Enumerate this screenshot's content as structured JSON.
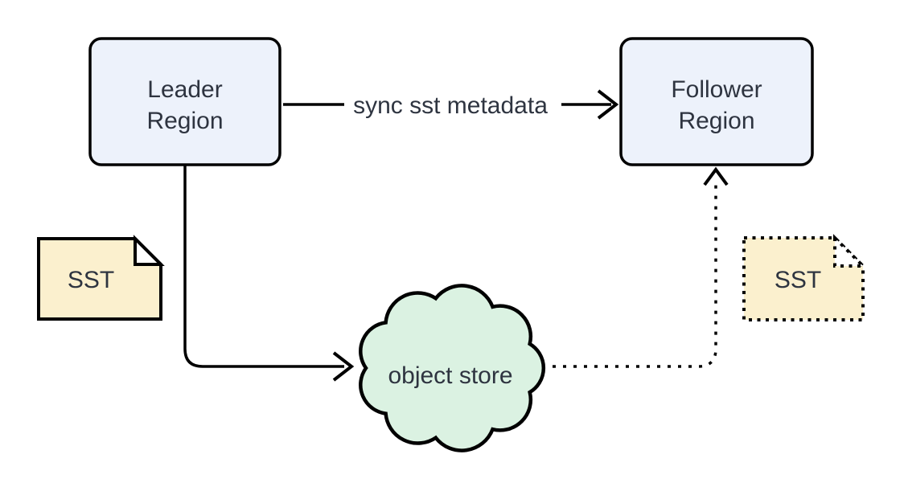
{
  "diagram": {
    "title": "leader-follower sst replication diagram",
    "nodes": {
      "leader_region": {
        "label": "Leader Region",
        "line1": "Leader",
        "line2": "Region",
        "fill": "#EDF2FB"
      },
      "follower_region": {
        "label": "Follower Region",
        "line1": "Follower",
        "line2": "Region",
        "fill": "#EDF2FB"
      },
      "object_store": {
        "label": "object store",
        "fill": "#DBF2E2",
        "shape": "cloud"
      },
      "sst_left": {
        "label": "SST",
        "fill": "#FBF0CE",
        "shape": "note",
        "border_style": "solid"
      },
      "sst_right": {
        "label": "SST",
        "fill": "#FBF0CE",
        "shape": "note",
        "border_style": "dotted"
      }
    },
    "edges": {
      "sync": {
        "label": "sync sst metadata",
        "from": "leader_region",
        "to": "follower_region",
        "style": "solid"
      },
      "leader_to_store": {
        "label": "",
        "from": "leader_region",
        "to": "object_store",
        "style": "solid"
      },
      "store_to_follower": {
        "label": "",
        "from": "object_store",
        "to": "follower_region",
        "style": "dotted"
      }
    },
    "colors": {
      "background": "#FFFFFF",
      "stroke": "#000000",
      "text": "#2E3440",
      "region_fill": "#EDF2FB",
      "note_fill": "#FBF0CE",
      "cloud_fill": "#DBF2E2",
      "note_fold_fill": "#FFFFFF"
    }
  }
}
